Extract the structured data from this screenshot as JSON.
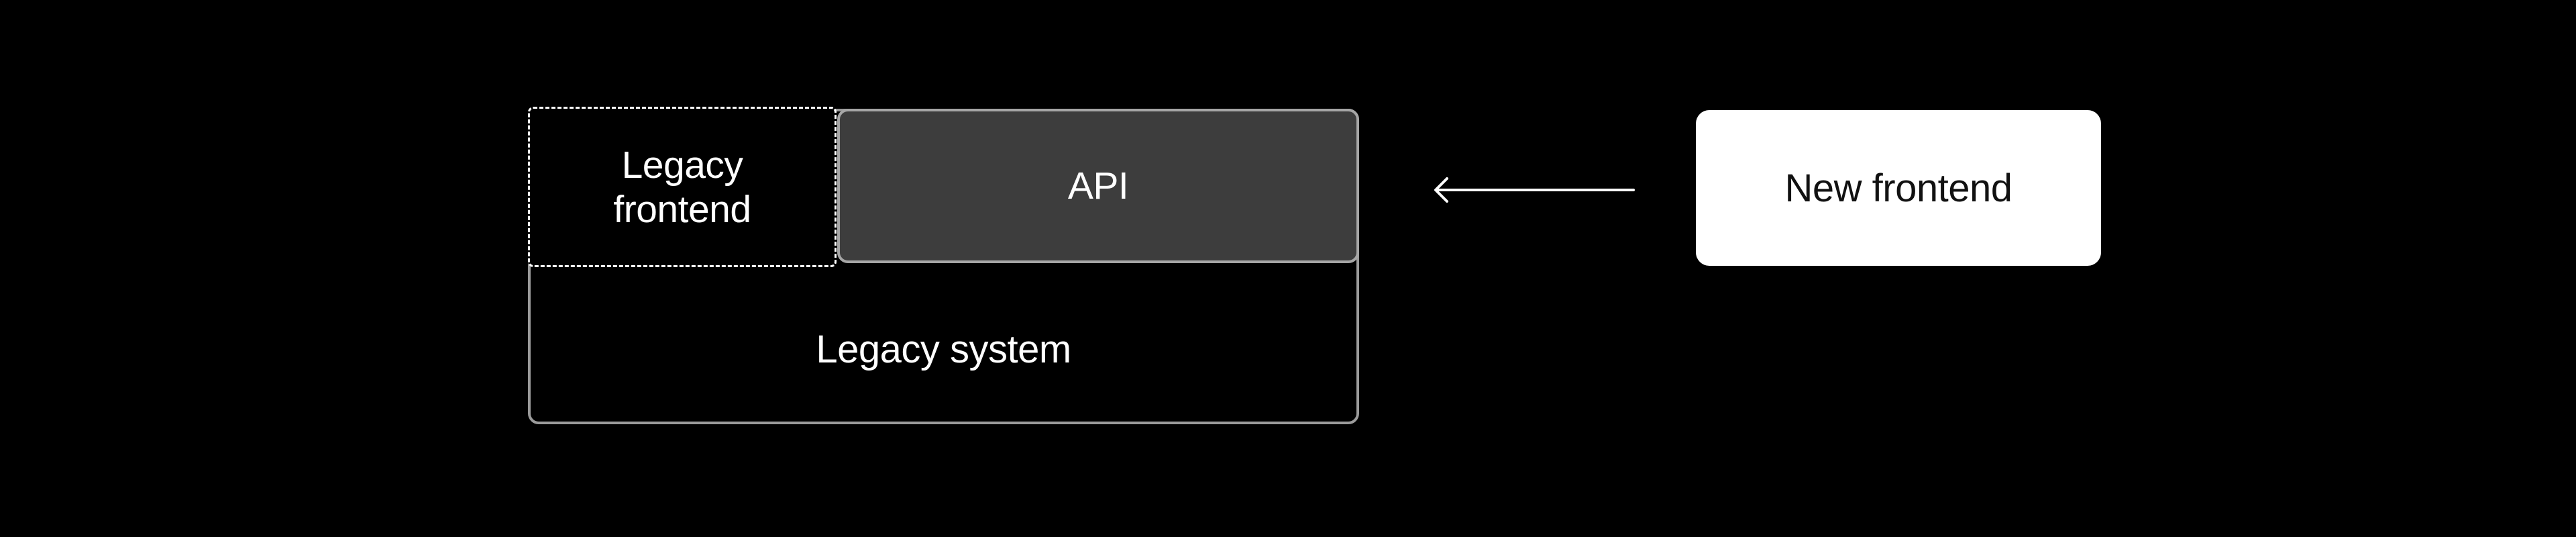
{
  "colors": {
    "background": "#000000",
    "outer_border": "#9b9b9b",
    "api_fill": "#3d3d3d",
    "api_border": "#a6a6a6",
    "dashed_border": "#ffffff",
    "arrow": "#ffffff",
    "new_frontend_fill": "#ffffff",
    "text_light": "#ffffff",
    "text_dark": "#111111"
  },
  "diagram": {
    "legacy_system": {
      "label": "Legacy system"
    },
    "legacy_frontend": {
      "label": "Legacy frontend"
    },
    "api": {
      "label": "API"
    },
    "arrow": {
      "direction": "from-new-frontend-to-api",
      "color": "#ffffff"
    },
    "new_frontend": {
      "label": "New frontend"
    }
  }
}
